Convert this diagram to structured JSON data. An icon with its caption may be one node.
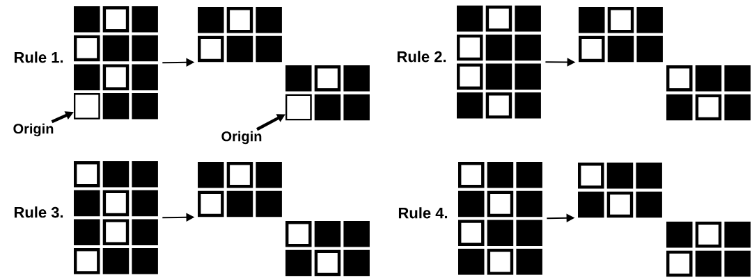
{
  "diagram": {
    "nodes": [
      {
        "text": [],
        "shape": "grid",
        "beside": [
          "Rule 1."
        ]
      },
      {
        "text": [],
        "shape": "box",
        "in": 0
      },
      {
        "text": [],
        "shape": "grid"
      },
      {
        "text": [],
        "shape": "grid"
      },
      {
        "text": [],
        "shape": "box",
        "in": 3
      },
      {
        "text": [
          "Origin"
        ]
      },
      {
        "text": [
          "Origin"
        ]
      },
      {
        "text": [],
        "shape": "grid",
        "beside": [
          "Rule 2."
        ]
      },
      {
        "text": [],
        "shape": "grid"
      },
      {
        "text": [],
        "shape": "grid"
      },
      {
        "text": [],
        "shape": "grid",
        "beside": [
          "Rule 3."
        ]
      },
      {
        "text": [],
        "shape": "grid"
      },
      {
        "text": [],
        "shape": "grid"
      },
      {
        "text": [],
        "shape": "grid",
        "beside": [
          "Rule 4."
        ]
      },
      {
        "text": [],
        "shape": "grid"
      },
      {
        "text": [],
        "shape": "grid"
      }
    ],
    "edges": [
      {
        "from": 0,
        "to": 2,
        "arrow": "to"
      },
      {
        "from": 5,
        "to": 1,
        "arrow": "to",
        "style": "thick"
      },
      {
        "from": 6,
        "to": 4,
        "arrow": "to",
        "style": "thick"
      },
      {
        "from": 7,
        "to": 8,
        "arrow": "to"
      },
      {
        "from": 10,
        "to": 11,
        "arrow": "to"
      },
      {
        "from": 13,
        "to": 14,
        "arrow": "to"
      }
    ]
  }
}
